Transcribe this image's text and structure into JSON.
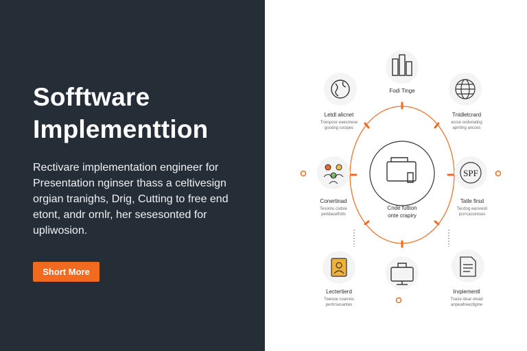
{
  "hero": {
    "title_line1": "Sofftware",
    "title_line2": "Implementtion",
    "body_lines": [
      "Rectivare implementation engineer for",
      "Presentation nginser thass a celtivesign",
      "orgian tranighs, Drig, Cutting to free end",
      "etont, andr ornlr, her sesesonted for",
      "upliwosion."
    ],
    "cta_label": "Short More"
  },
  "diagram": {
    "accent": "#f06a1f",
    "center_label_line1": "Cnde futtion",
    "center_label_line2": "onte crapiry",
    "top_label": "Fodi Tinge",
    "nodes": [
      {
        "icon": "globe-icon",
        "title": "Letdl alicnet",
        "sub1": "Tnespoor eaesmese",
        "sub2": "goodng cocipes"
      },
      {
        "icon": "globe-icon",
        "title": "Tnidletcrard",
        "sub1": "ecrse ocdenaling",
        "sub2": "aprrting ancces"
      },
      {
        "icon": "team-icon",
        "title": "Conertinad",
        "sub1": "Tesomu csdsle",
        "sub2": "peridacetfotls"
      },
      {
        "icon": "spf-icon",
        "title": "Tatle firsd",
        "sub1": "Tecdog eacivesti",
        "sub2": "pcrrcaccenses"
      },
      {
        "icon": "badge-icon",
        "title": "Lectertierd",
        "sub1": "Twesoe coarrels",
        "sub2": "pertrrsesantes"
      },
      {
        "icon": "document-icon",
        "title": "Irvpiementl",
        "sub1": "Tracie idsar etvad",
        "sub2": "anpealtreectlgme"
      }
    ],
    "spf_text": "SPF"
  }
}
